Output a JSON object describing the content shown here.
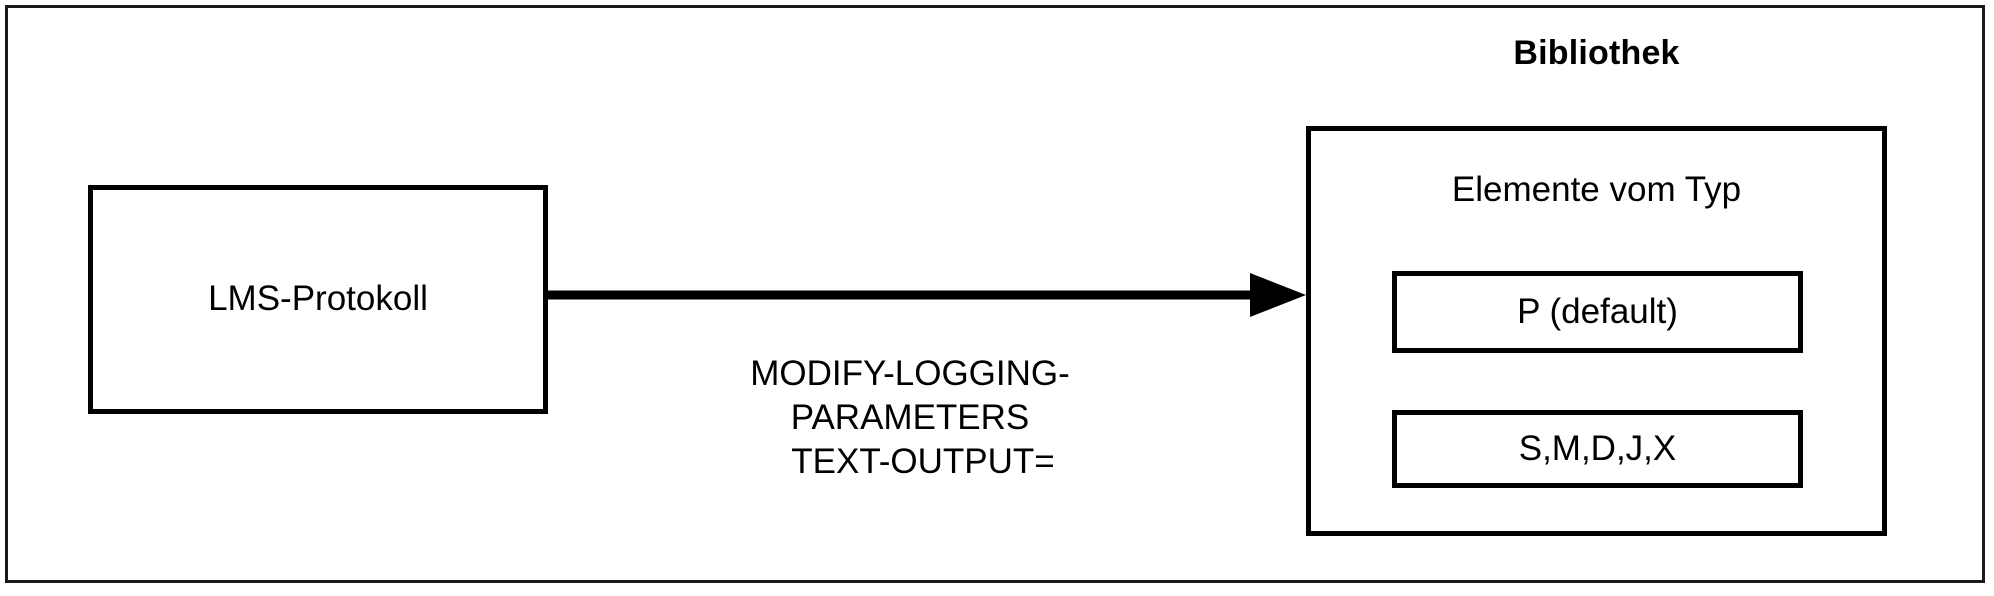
{
  "diagram": {
    "source_node": {
      "label": "LMS-Protokoll"
    },
    "edge": {
      "caption_lines": [
        "MODIFY-LOGGING-",
        "PARAMETERS",
        "TEXT-OUTPUT="
      ],
      "arrow_direction": "right"
    },
    "library": {
      "title": "Bibliothek",
      "heading": "Elemente vom Typ",
      "elements": [
        {
          "label": "P (default)"
        },
        {
          "label": "S,M,D,J,X"
        }
      ]
    },
    "colors": {
      "stroke": "#000000",
      "frame": "#1a1a1a",
      "background": "#ffffff"
    }
  }
}
